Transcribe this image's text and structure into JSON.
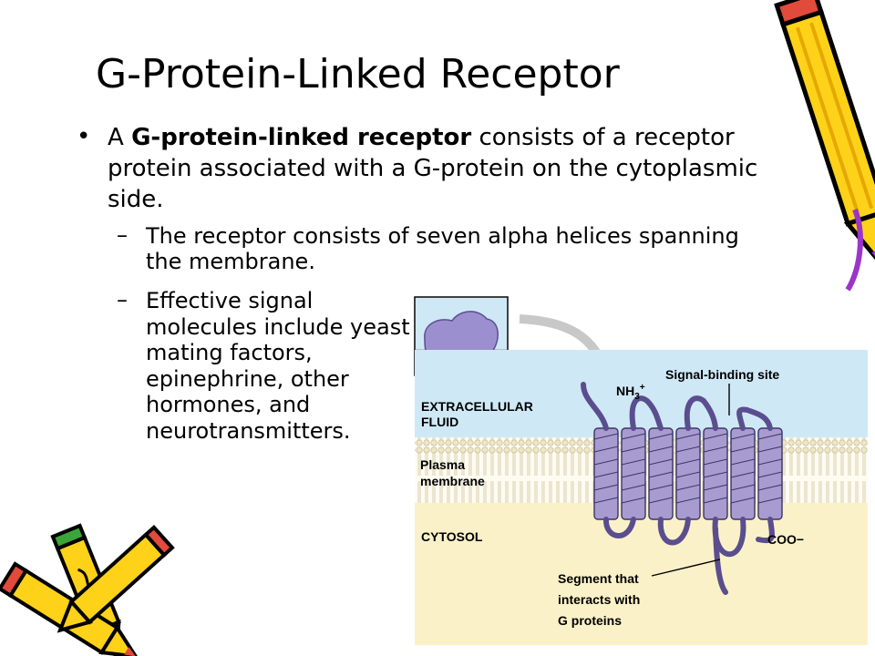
{
  "slide": {
    "title": "G-Protein-Linked Receptor",
    "bullet": {
      "prefix": "A ",
      "bold": "G-protein-linked receptor",
      "suffix": " consists of a receptor protein associated with a G-protein on the cytoplasmic side."
    },
    "subbullets": [
      "The receptor consists of seven alpha helices spanning the membrane.",
      "Effective signal molecules include yeast mating factors, epinephrine, other hormones, and neurotransmitters."
    ]
  },
  "figure": {
    "labels": {
      "extracellular": [
        "EXTRACELLULAR",
        "FLUID"
      ],
      "membrane": [
        "Plasma",
        "membrane"
      ],
      "cytosol": "CYTOSOL",
      "nh3": "NH",
      "nh3_sub": "3",
      "nh3_sup": "+",
      "binding_site": "Signal-binding site",
      "coo": "COO−",
      "segment": [
        "Segment that",
        "interacts with",
        "G proteins"
      ]
    },
    "colors": {
      "extracellular": "#cfe8f6",
      "cytosol": "#fbf1c8",
      "helix": "#a89bd0",
      "pencil": "#ffd21a"
    },
    "icons": [
      "pencil-icon",
      "crossed-pencils-icon"
    ]
  }
}
